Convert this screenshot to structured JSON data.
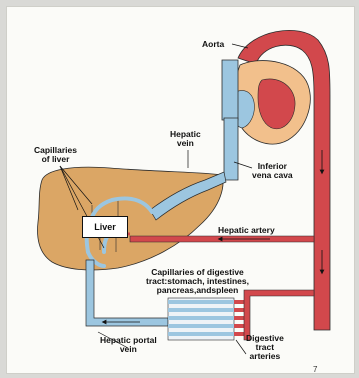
{
  "labels": {
    "aorta": "Aorta",
    "hepatic_vein": "Hepatic\nvein",
    "inferior_vena_cava": "Inferior\nvena cava",
    "capillaries_of_liver": "Capillaries\nof liver",
    "liver": "Liver",
    "hepatic_artery": "Hepatic artery",
    "capillaries_digestive": "Capillaries of digestive\ntract:stomach, intestines,\npancreas,andspleen",
    "hepatic_portal_vein": "Hepatic portal\nvein",
    "digestive_tract_arteries": "Digestive\ntract\narteries",
    "page_number": "7"
  },
  "colors": {
    "artery": "#d2484c",
    "vein": "#9cc6e0",
    "liver": "#dba665",
    "heart_muscle": "#f2c08c",
    "outline": "#2b2b2b"
  }
}
